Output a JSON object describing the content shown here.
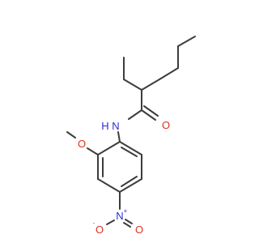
{
  "molecule": {
    "atoms": {
      "amide_n": {
        "symbol": "N",
        "hydrogen": "H",
        "color": "#2b2bd6"
      },
      "carbonyl_o": {
        "symbol": "O",
        "color": "#e0301e"
      },
      "ether_o": {
        "symbol": "O",
        "color": "#e0301e"
      },
      "nitro_n": {
        "symbol": "N",
        "charge": "+",
        "color": "#2b2bd6"
      },
      "nitro_o_top": {
        "symbol": "O",
        "charge": "-",
        "color": "#e0301e"
      },
      "nitro_o_right": {
        "symbol": "O",
        "color": "#e0301e"
      }
    },
    "bond_color": "#3c3c3c"
  }
}
